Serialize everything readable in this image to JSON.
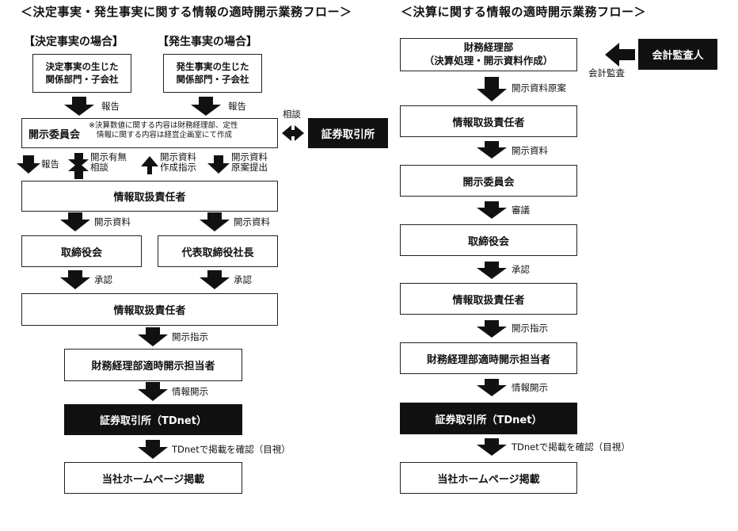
{
  "left": {
    "title": "＜決定事実・発生事実に関する情報の適時開示業務フロー＞",
    "case_decision": "【決定事実の場合】",
    "case_occurrence": "【発生事実の場合】",
    "dept_decision_line1": "決定事実の生じた",
    "dept_decision_line2": "関係部門・子会社",
    "dept_occurrence_line1": "発生事実の生じた",
    "dept_occurrence_line2": "関係部門・子会社",
    "report_label": "報告",
    "committee": "開示委員会",
    "committee_note_line1": "※決算数値に関する内容は財務経理部、定性",
    "committee_note_line2": "情報に関する内容は経営企画室にて作成",
    "consult_label": "相談",
    "tse": "証券取引所",
    "report2": "報告",
    "disclose_consult_line1": "開示有無",
    "disclose_consult_line2": "相談",
    "doc_instruction_line1": "開示資料",
    "doc_instruction_line2": "作成指示",
    "doc_draft_line1": "開示資料",
    "doc_draft_line2": "原案提出",
    "officer": "情報取扱責任者",
    "disclosure_docs": "開示資料",
    "board": "取締役会",
    "president": "代表取締役社長",
    "approval": "承認",
    "officer2": "情報取扱責任者",
    "disclose_instruction": "開示指示",
    "finance_staff": "財務経理部適時開示担当者",
    "info_disclosure": "情報開示",
    "tdnet": "証券取引所（TDnet）",
    "confirm": "TDnetで掲載を確認（目視）",
    "homepage": "当社ホームページ掲載"
  },
  "right": {
    "title": "＜決算に関する情報の適時開示業務フロー＞",
    "finance_line1": "財務経理部",
    "finance_line2": "（決算処理・開示資料作成）",
    "auditor": "会計監査人",
    "audit_label": "会計監査",
    "draft_docs": "開示資料原案",
    "officer": "情報取扱責任者",
    "disclosure_docs": "開示資料",
    "committee": "開示委員会",
    "deliberation": "審議",
    "board": "取締役会",
    "approval": "承認",
    "officer2": "情報取扱責任者",
    "disclose_instruction": "開示指示",
    "finance_staff": "財務経理部適時開示担当者",
    "info_disclosure": "情報開示",
    "tdnet": "証券取引所（TDnet）",
    "confirm": "TDnetで掲載を確認（目視）",
    "homepage": "当社ホームページ掲載"
  }
}
